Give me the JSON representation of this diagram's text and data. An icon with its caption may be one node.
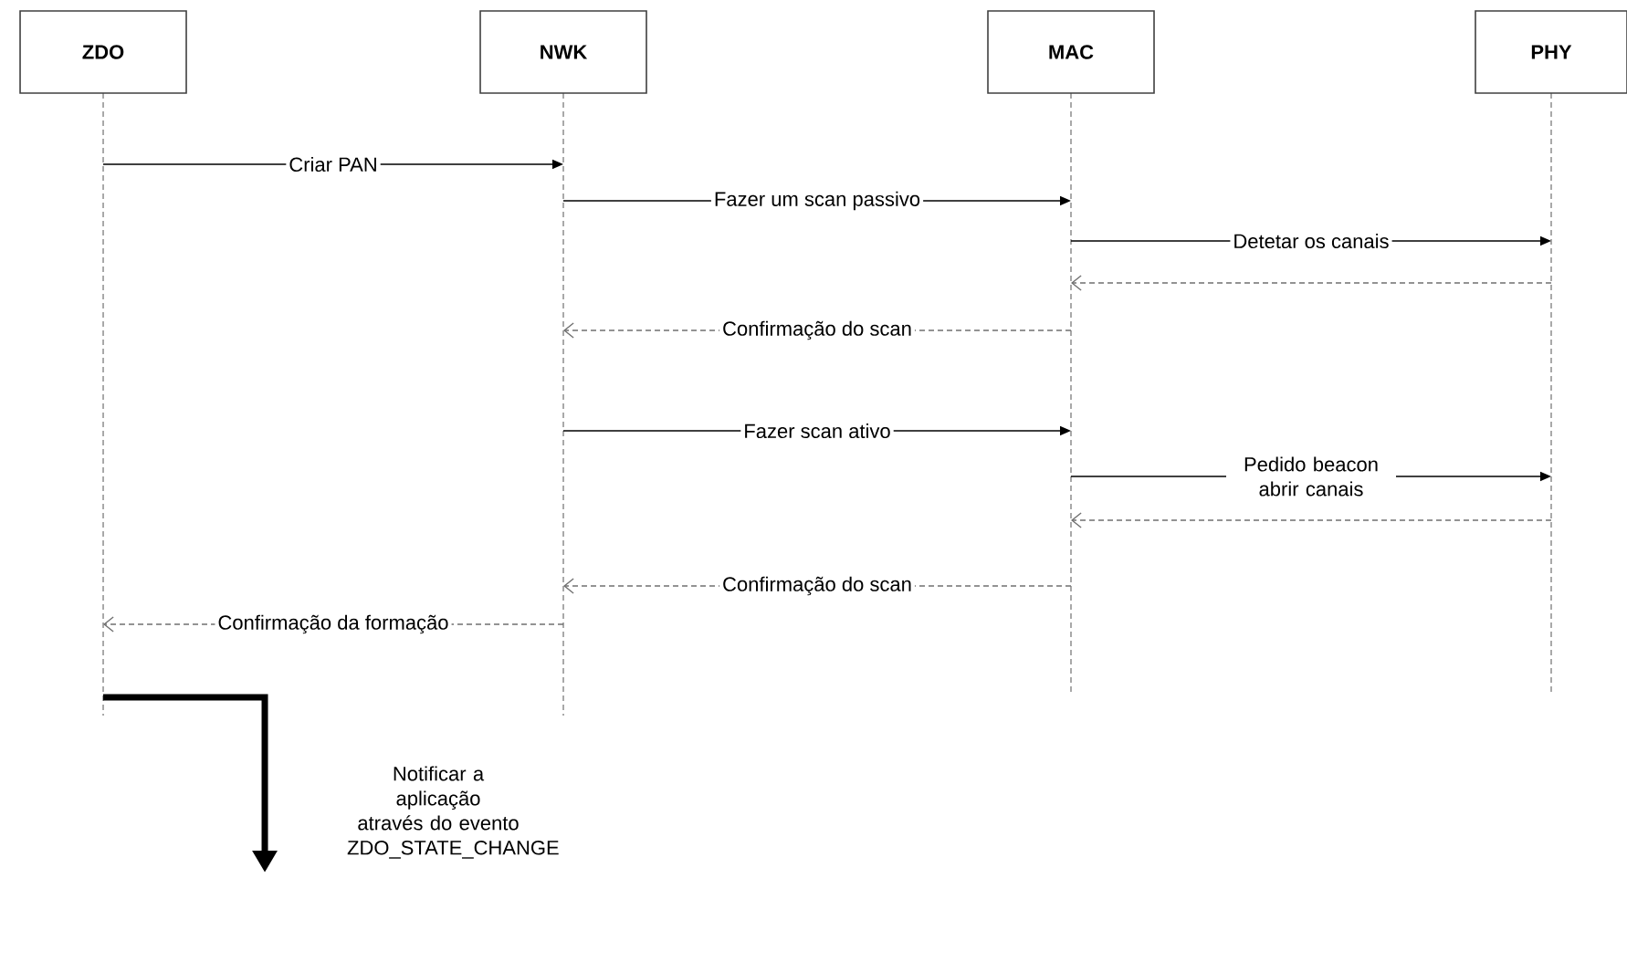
{
  "diagram": {
    "nodes": [
      {
        "text": [
          "ZDO"
        ]
      },
      {
        "text": [
          "NWK"
        ]
      },
      {
        "text": [
          "MAC"
        ]
      },
      {
        "text": [
          "PHY"
        ]
      }
    ],
    "edges": [
      {
        "from": 0,
        "to": 1,
        "arrow": "to",
        "label": "Criar PAN"
      },
      {
        "from": 1,
        "to": 2,
        "arrow": "to",
        "label": "Fazer um scan passivo"
      },
      {
        "from": 2,
        "to": 3,
        "arrow": "to",
        "label": "Detetar os canais"
      },
      {
        "from": 3,
        "to": 2,
        "arrow": "to",
        "style": "dashed",
        "color": "#707070"
      },
      {
        "from": 2,
        "to": 1,
        "arrow": "to",
        "label": "Confirmação do scan",
        "style": "dashed",
        "color": "#707070"
      },
      {
        "from": 1,
        "to": 2,
        "arrow": "to",
        "label": "Fazer scan ativo"
      },
      {
        "from": 2,
        "to": 3,
        "arrow": "to",
        "label": "Pedido beacon abrir canais"
      },
      {
        "from": 3,
        "to": 2,
        "arrow": "to",
        "style": "dashed",
        "color": "#707070"
      },
      {
        "from": 2,
        "to": 1,
        "arrow": "to",
        "label": "Confirmação do scan",
        "style": "dashed",
        "color": "#707070"
      },
      {
        "from": 1,
        "to": 0,
        "arrow": "to",
        "label": "Confirmação da formação",
        "style": "dashed",
        "color": "#707070"
      },
      {
        "from": 0,
        "to": null,
        "arrow": "to",
        "label": "Notificar a aplicação através do evento ZDO_STATE_CHANGE",
        "style": "thick"
      }
    ]
  }
}
